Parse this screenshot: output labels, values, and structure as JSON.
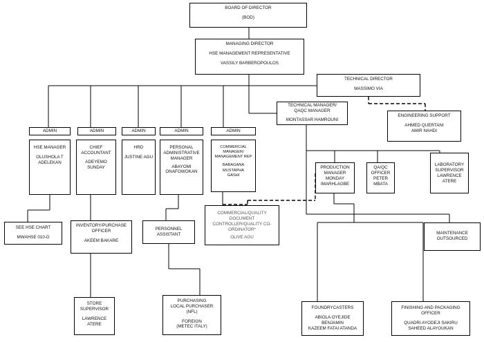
{
  "bod": {
    "title": "BOARD OF DIRECTOR",
    "sub": "(BOD)"
  },
  "md": {
    "title": "MANAGING DIRECTOR",
    "role": "HSE MANAGEMENT REPRESENTATIVE",
    "name": "VASSILY BARBEROPOULOS"
  },
  "td": {
    "title": "TECHNICAL DIRECTOR",
    "name": "MASSIMO VIA"
  },
  "tm": {
    "title1": "TECHNICAL MANAGER/",
    "title2": "QAQC MANAGER",
    "name": "MONTASSAR HAMROUNI"
  },
  "eng": {
    "title": "ENGINEERING SUPPORT",
    "name1": "AHMED QUERTANI",
    "name2": "AMIR NAHDI"
  },
  "admin_label": "ADMIN",
  "hse": {
    "title": "HSE MANAGER",
    "name1": "OLUSHOLA T",
    "name2": "ADELEKAN"
  },
  "ca": {
    "title1": "CHIEF",
    "title2": "ACCOUNTANT",
    "name1": "ADEYEMO",
    "name2": "SUNDAY"
  },
  "hrd": {
    "title": "HRD",
    "name": "JUSTINE AGU"
  },
  "pam": {
    "title1": "PERSONAL",
    "title2": "ADMINISTRATIVE",
    "title3": "MANAGER",
    "name1": "ABAYOMI",
    "name2": "ONAFOWOKAN"
  },
  "cm": {
    "title1": "COMMERCIAL",
    "title2": "MANAGER/",
    "title3": "MANAGEMENT REP",
    "name1": "BABAGANA",
    "name2": "MUSTAPHA",
    "name3": "GASHI"
  },
  "pm": {
    "title1": "PRODUCTION",
    "title2": "MANAGER",
    "name1": "MONDAY",
    "name2": "IMARHLAGBE"
  },
  "qa": {
    "title1": "QA/QC",
    "title2": "OFFICER",
    "name1": "PETER",
    "name2": "MBATA"
  },
  "lab": {
    "title1": "LABORATORY",
    "title2": "SUPERVISOR",
    "name1": "LAWRENCE",
    "name2": "ATERE"
  },
  "see": {
    "title": "SEE HSE CHART",
    "ref": "MWAHSE 010-D"
  },
  "inv": {
    "title1": "INVENTORY/PURCHASE",
    "title2": "OFFICER",
    "name": "AKEEM BAKARE"
  },
  "pa": {
    "title1": "PERSONNEL",
    "title2": "ASSISTANT"
  },
  "cq": {
    "title1": "COMMERCIAL/QUALITY",
    "title2": "DOCUMENT",
    "title3": "CONTROLLER/QUALITY CO-",
    "title4": "ORDINATOR*",
    "name": "OLIVE AGU"
  },
  "mo": {
    "title1": "MAINTENANCE",
    "title2": "OUTSOURCED"
  },
  "ss": {
    "title1": "STORE",
    "title2": "SUPERVISOR",
    "name1": "LAWRENCE",
    "name2": "ATERE"
  },
  "pur": {
    "title1": "PURCHASING",
    "title2": "LOCAL PURCHASER",
    "title3": "(NFL)",
    "title4": "FOREIGN",
    "title5": "(METEC ITALY)"
  },
  "fc": {
    "title": "FOUNDRYCASTERS",
    "name1": "ABIOLA OYEJIDE",
    "name2": "BENJAMIN",
    "name3": "KAZEEM FATAI ATANDA"
  },
  "fp": {
    "title1": "Finishing and Packaging",
    "title2": "Officer",
    "name1": "QUADRI AYODEJI SAKIRU",
    "name2": "SAHEED ALAYOUKAN"
  }
}
